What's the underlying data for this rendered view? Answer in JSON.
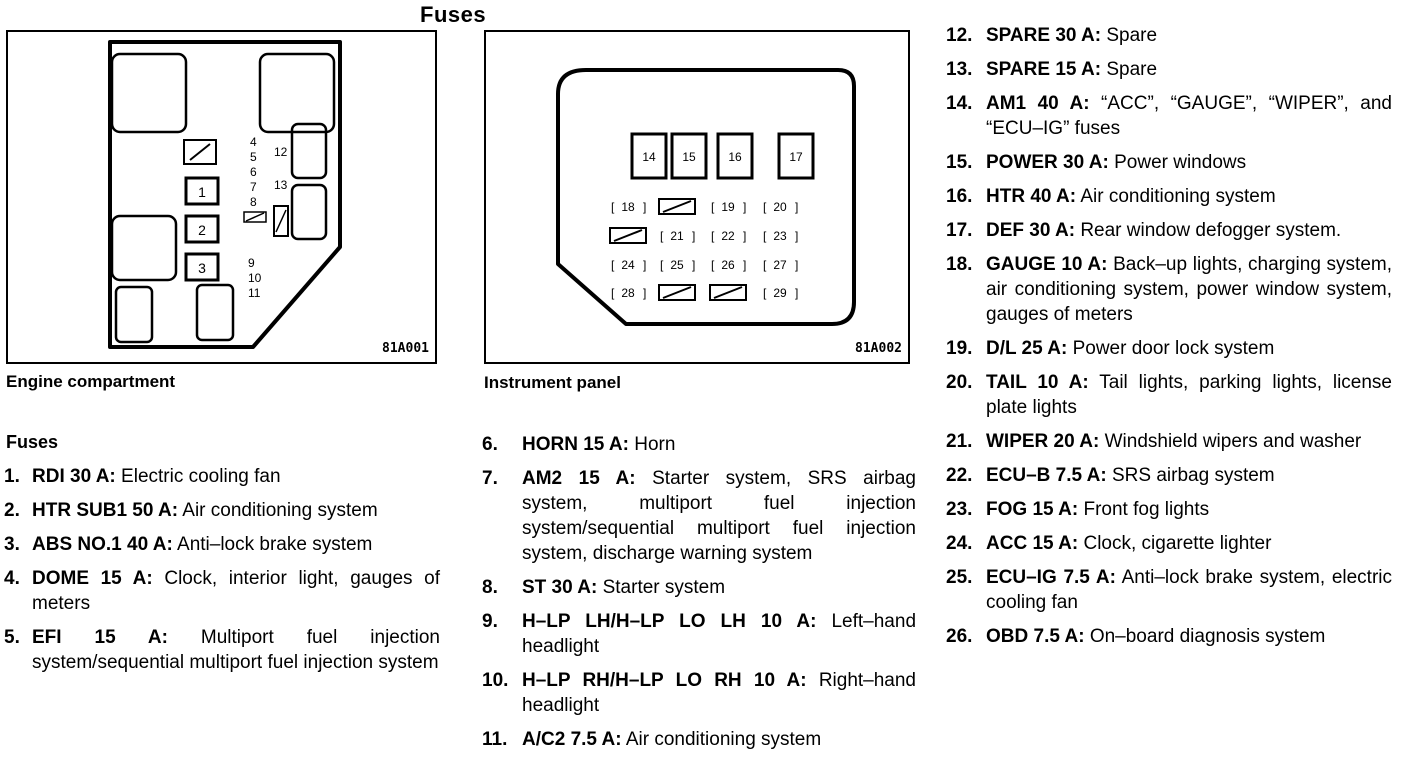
{
  "title": "Fuses",
  "figures": [
    {
      "caption": "Engine compartment",
      "code": "81A001",
      "fuse_numbers": [
        "1",
        "2",
        "3",
        "4",
        "5",
        "6",
        "7",
        "8",
        "9",
        "10",
        "11",
        "12",
        "13"
      ]
    },
    {
      "caption": "Instrument panel",
      "code": "81A002",
      "fuse_numbers": [
        "14",
        "15",
        "16",
        "17",
        "18",
        "19",
        "20",
        "21",
        "22",
        "23",
        "24",
        "25",
        "26",
        "27",
        "28",
        "29"
      ]
    }
  ],
  "list_heading": "Fuses",
  "items": [
    {
      "num": "1.",
      "code": "RDI 30 A:",
      "desc": "Electric cooling fan"
    },
    {
      "num": "2.",
      "code": "HTR SUB1 50 A:",
      "desc": "Air conditioning system"
    },
    {
      "num": "3.",
      "code": "ABS NO.1 40 A:",
      "desc": "Anti–lock brake system"
    },
    {
      "num": "4.",
      "code": "DOME 15 A:",
      "desc": "Clock, interior light, gauges of meters"
    },
    {
      "num": "5.",
      "code": "EFI 15 A:",
      "desc": "Multiport fuel injection system/sequential multiport fuel injection system"
    },
    {
      "num": "6.",
      "code": "HORN 15 A:",
      "desc": "Horn"
    },
    {
      "num": "7.",
      "code": "AM2 15 A:",
      "desc": "Starter system, SRS airbag system, multiport fuel injection system/sequential multiport fuel injection system, discharge warning system"
    },
    {
      "num": "8.",
      "code": "ST 30 A:",
      "desc": "Starter system"
    },
    {
      "num": "9.",
      "code": "H–LP LH/H–LP LO LH 10 A:",
      "desc": "Left–hand headlight"
    },
    {
      "num": "10.",
      "code": "H–LP RH/H–LP LO RH 10 A:",
      "desc": "Right–hand headlight"
    },
    {
      "num": "11.",
      "code": "A/C2 7.5 A:",
      "desc": "Air conditioning system"
    },
    {
      "num": "12.",
      "code": "SPARE 30 A:",
      "desc": "Spare"
    },
    {
      "num": "13.",
      "code": "SPARE 15 A:",
      "desc": "Spare"
    },
    {
      "num": "14.",
      "code": "AM1 40 A:",
      "desc": "“ACC”, “GAUGE”, “WIPER”, and “ECU–IG” fuses"
    },
    {
      "num": "15.",
      "code": "POWER 30 A:",
      "desc": "Power windows"
    },
    {
      "num": "16.",
      "code": "HTR 40 A:",
      "desc": "Air conditioning system"
    },
    {
      "num": "17.",
      "code": "DEF 30 A:",
      "desc": "Rear window defogger system."
    },
    {
      "num": "18.",
      "code": "GAUGE 10 A:",
      "desc": "Back–up lights, charging system, air conditioning system, power window system, gauges of meters"
    },
    {
      "num": "19.",
      "code": "D/L 25 A:",
      "desc": "Power door lock system"
    },
    {
      "num": "20.",
      "code": "TAIL 10 A:",
      "desc": "Tail lights, parking lights, license plate lights"
    },
    {
      "num": "21.",
      "code": "WIPER 20 A:",
      "desc": "Windshield wipers and washer"
    },
    {
      "num": "22.",
      "code": "ECU–B 7.5 A:",
      "desc": "SRS airbag system"
    },
    {
      "num": "23.",
      "code": "FOG 15 A:",
      "desc": "Front fog lights"
    },
    {
      "num": "24.",
      "code": "ACC 15 A:",
      "desc": "Clock, cigarette lighter"
    },
    {
      "num": "25.",
      "code": "ECU–IG 7.5 A:",
      "desc": "Anti–lock brake system, electric cooling fan"
    },
    {
      "num": "26.",
      "code": "OBD 7.5 A:",
      "desc": "On–board diagnosis system"
    }
  ]
}
